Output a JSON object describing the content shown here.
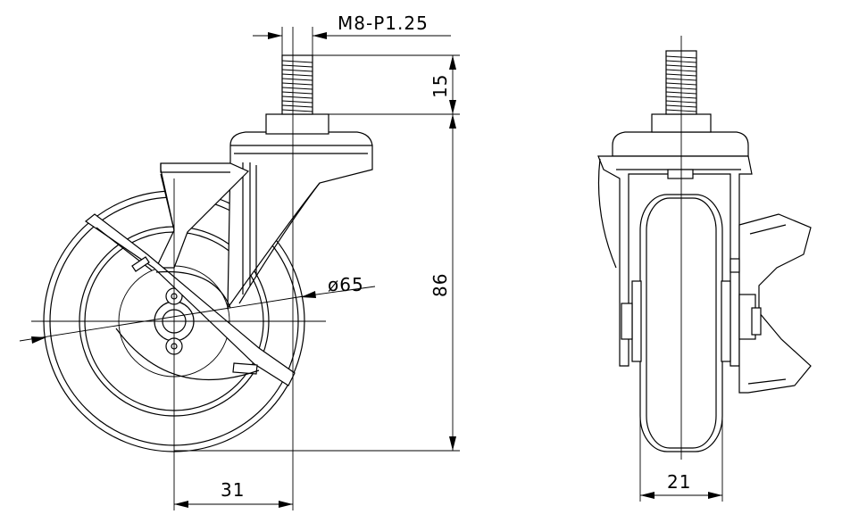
{
  "dimensions": {
    "thread": "M8-P1.25",
    "stem_length": "15",
    "total_height": "86",
    "wheel_diameter": "ø65",
    "offset": "31",
    "wheel_width": "21"
  }
}
